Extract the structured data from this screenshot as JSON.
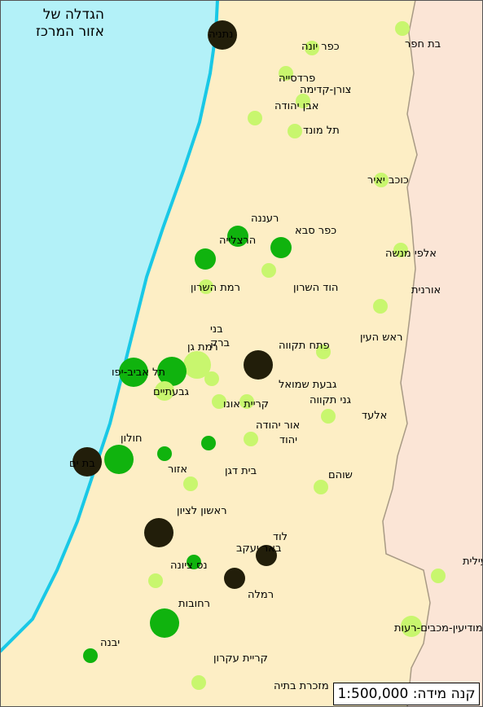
{
  "map": {
    "title_line1": "הגדלה של",
    "title_line2": "אזור המרכז",
    "scale_text": "קנה מידה: 1:500,000",
    "colors": {
      "sea": "#b3f1f8",
      "sea_edge": "#19c8e6",
      "region": "#fdeec5",
      "outside": "#fbe5d6",
      "border_line": "#a89a85",
      "dark_city": "#221e0a",
      "medium_city": "#10b30e",
      "light_city": "#c8f66e"
    },
    "cities": [
      {
        "name": "נתניה",
        "category": "dark"
      },
      {
        "name": "כפר יונה",
        "category": "light"
      },
      {
        "name": "בת חפר",
        "category": "light"
      },
      {
        "name": "פרדסייה",
        "category": "light"
      },
      {
        "name": "צורן-קדימה",
        "category": "light"
      },
      {
        "name": "אבן יהודה",
        "category": "light"
      },
      {
        "name": "תל מונד",
        "category": "light"
      },
      {
        "name": "כוכב יאיר",
        "category": "light"
      },
      {
        "name": "רעננה",
        "category": "medium"
      },
      {
        "name": "כפר סבא",
        "category": "medium"
      },
      {
        "name": "הרצלייה",
        "category": "medium"
      },
      {
        "name": "אלפי מנשה",
        "category": "light"
      },
      {
        "name": "הוד השרון",
        "category": "light"
      },
      {
        "name": "רמת השרון",
        "category": "light"
      },
      {
        "name": "אורנית",
        "category": "light"
      },
      {
        "name": "בני ברק",
        "category": "light"
      },
      {
        "name": "ראש העין",
        "category": "light"
      },
      {
        "name": "פתח תקווה",
        "category": "dark"
      },
      {
        "name": "רמת גן",
        "category": "medium"
      },
      {
        "name": "תל אביב-יפו",
        "category": "medium"
      },
      {
        "name": "גבעת שמואל",
        "category": "light"
      },
      {
        "name": "גבעתיים",
        "category": "light"
      },
      {
        "name": "קריית אונו",
        "category": "light"
      },
      {
        "name": "גני תקווה",
        "category": "light"
      },
      {
        "name": "אלעד",
        "category": "light"
      },
      {
        "name": "אור יהודה",
        "category": "medium"
      },
      {
        "name": "יהוד",
        "category": "light"
      },
      {
        "name": "חולון",
        "category": "medium"
      },
      {
        "name": "אזור",
        "category": "medium"
      },
      {
        "name": "בת ים",
        "category": "dark"
      },
      {
        "name": "בית דגן",
        "category": "light"
      },
      {
        "name": "שוהם",
        "category": "light"
      },
      {
        "name": "ראשון לציון",
        "category": "dark"
      },
      {
        "name": "לוד",
        "category": "dark"
      },
      {
        "name": "באר יעקב",
        "category": "medium"
      },
      {
        "name": "מודיעין עילית",
        "category": "light"
      },
      {
        "name": "נס ציונה",
        "category": "light"
      },
      {
        "name": "רמלה",
        "category": "dark"
      },
      {
        "name": "רחובות",
        "category": "medium"
      },
      {
        "name": "מודיעין-מכבים-רעות",
        "category": "light"
      },
      {
        "name": "יבנה",
        "category": "medium"
      },
      {
        "name": "קריית עקרון",
        "category": "light"
      },
      {
        "name": "מזכרת בתיה",
        "category": "light"
      }
    ]
  }
}
